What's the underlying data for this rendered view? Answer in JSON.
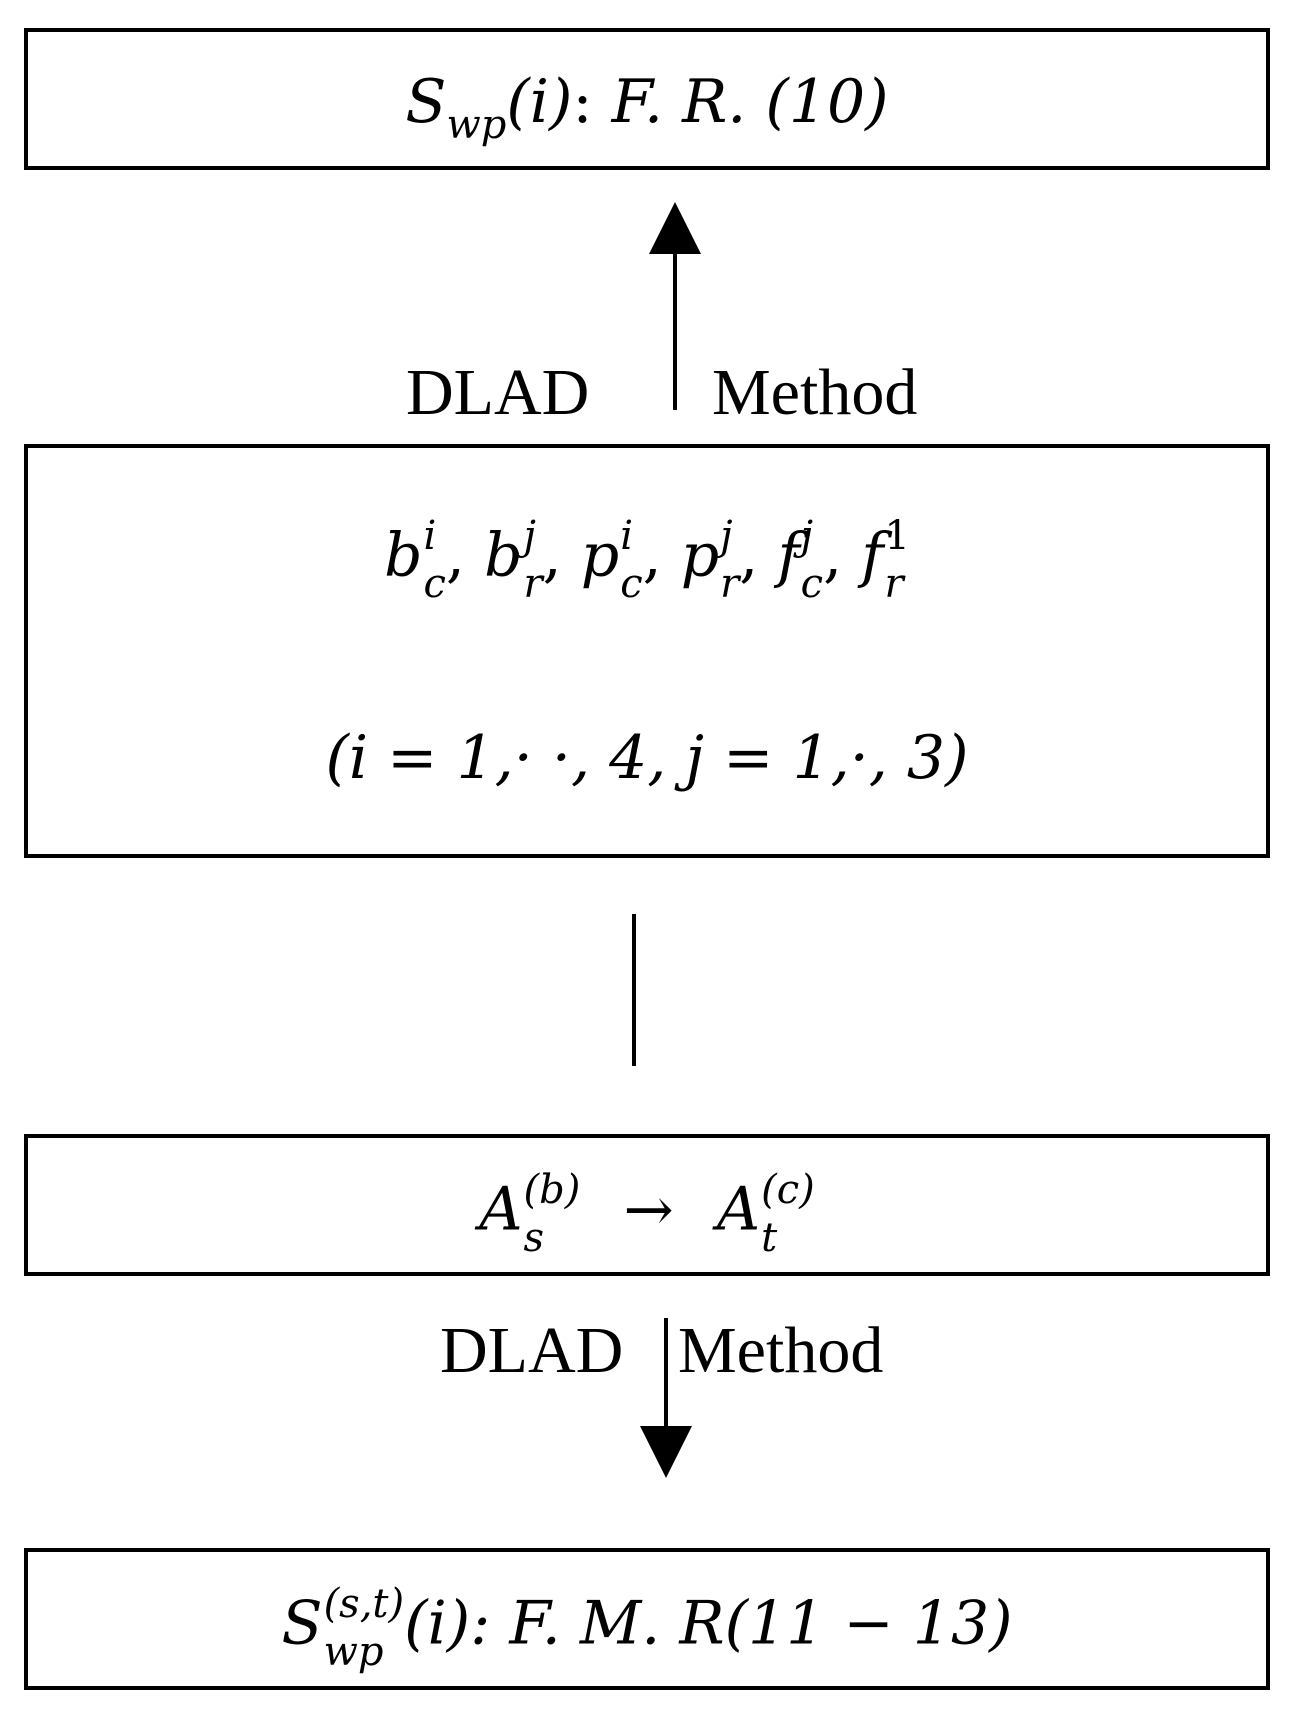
{
  "boxes": {
    "top": {
      "main": "S",
      "sub": "wp",
      "arg": "(i)",
      "rest_pre": ": ",
      "rest": "F. R. (10)"
    },
    "middle": {
      "terms": [
        {
          "base": "b",
          "sup": "i",
          "sub": "c"
        },
        {
          "base": "b",
          "sup": "j",
          "sub": "r"
        },
        {
          "base": "p",
          "sup": "i",
          "sub": "c"
        },
        {
          "base": "p",
          "sup": "j",
          "sub": "r"
        },
        {
          "base": "f",
          "sup": "j",
          "sub": "c"
        },
        {
          "base": "f",
          "sup": "1",
          "sub": "r"
        }
      ],
      "range": "(i = 1,· ·, 4, j = 1,·, 3)"
    },
    "transform": {
      "left_base": "A",
      "left_sup": "(b)",
      "left_sub": "s",
      "arrow": "→",
      "right_base": "A",
      "right_sup": "(c)",
      "right_sub": "t"
    },
    "bottom": {
      "main": "S",
      "sup": "(s,t)",
      "sub": "wp",
      "arg": "(i)",
      "rest": ": F. M. R(11 − 13)"
    }
  },
  "edges": {
    "upper": {
      "left_label": "DLAD",
      "right_label": "Method"
    },
    "lower": {
      "left_label": "DLAD",
      "right_label": "Method"
    }
  }
}
